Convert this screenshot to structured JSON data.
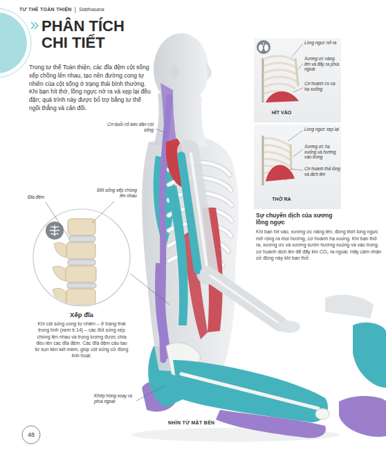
{
  "diagram": {
    "title": "PHÂN TÍCH CHI TIẾT",
    "nodes": [
      {
        "text": [
          "Lồng ngực nở ra",
          "Xương ức nâng lên và đẩy ra phía ngoài",
          "Cơ hoành co và hạ xuống",
          "HÍT VÀO"
        ]
      },
      {
        "text": [
          "Lồng ngực xẹp lại",
          "Xương ức hạ xuống và hướng vào trong",
          "Cơ hoành thả lỏng và dịch lên",
          "THỞ RA"
        ]
      },
      {
        "text": [
          "Xếp đĩa",
          "Khi cột sống cong tự nhiên – ở trạng thái trung tính (xem tr.14) – các đốt sống xếp chồng lên nhau và trọng lượng được chia đều lên các đĩa đệm. Các đĩa đệm cấu tạo từ sụn liền kết mềm, giúp cột sống cử động linh hoạt."
        ]
      }
    ],
    "labels": [
      "TƯ THẾ TOÀN THIỆN",
      "Siddhasana",
      "Trong tư thế Toàn thiện, các đĩa đệm cột sống xếp chồng lên nhau, tạo nên đường cong tự nhiên của cột sống ở trạng thái bình thường. Khi bạn hít thở, lồng ngực nở ra và xẹp lại đều đặn; quá trình này được bổ trợ bằng tư thế ngồi thẳng và cân đối.",
      "Cơ duỗi cổ kéo dãn cột sống",
      "Đĩa đệm",
      "Đốt sống xếp chồng lên nhau",
      "Khớp hông xoay ra phía ngoài",
      "NHÌN TỪ MẶT BÊN",
      "Sự chuyển dịch của xương lồng ngực",
      "Khi bạn hít vào, xương ức nâng lên, đồng thời lồng ngực mở rộng ra mọi hướng, cơ hoành hạ xuống. Khi bạn thở ra, xương ức và xương sườn hướng xuống và vào trong; cơ hoành dịch lên để đẩy khí CO₂ ra ngoài. Hãy cảm nhận cử động này khi bạn thở.",
      "48"
    ]
  }
}
